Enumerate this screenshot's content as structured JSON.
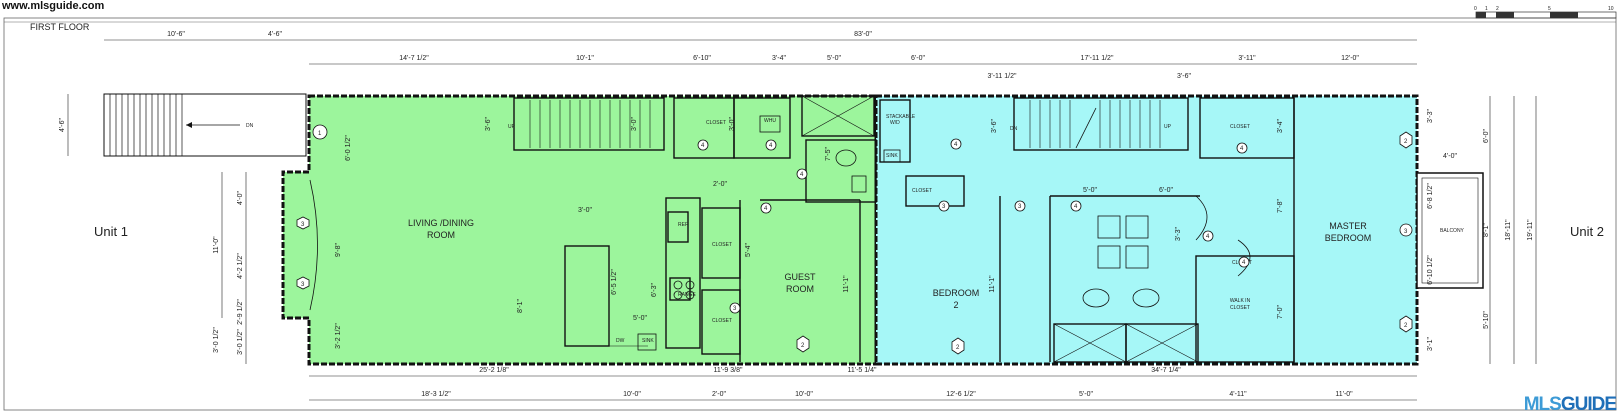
{
  "watermark": "www.mlsguide.com",
  "brand": {
    "part1": "MLS",
    "part2": "GUIDE"
  },
  "title": "FIRST FLOOR",
  "colors": {
    "unit1_fill": "#9cf59c",
    "unit2_fill": "#a6f7f7",
    "wall": "#111111",
    "brand": "#1f6fb8"
  },
  "units": {
    "left": "Unit 1",
    "right": "Unit 2"
  },
  "rooms": {
    "living_line1": "LIVING /DINING",
    "living_line2": "ROOM",
    "guest_line1": "GUEST",
    "guest_line2": "ROOM",
    "bedroom2_line1": "BEDROOM",
    "bedroom2_line2": "2",
    "master_line1": "MASTER",
    "master_line2": "BEDROOM",
    "balcony": "BALCONY",
    "walkin_line1": "WALK IN",
    "walkin_line2": "CLOSET",
    "closet": "CLOSET",
    "stackable_line1": "STACKABLE",
    "stackable_line2": "W/D",
    "ref": "REF",
    "range": "RANGE",
    "sink": "SINK",
    "whu": "WHU",
    "dw": "DW",
    "up": "UP",
    "dn": "DN"
  },
  "dims": {
    "top_overall": "83'-0\"",
    "top_stair_a": "10'-6\"",
    "top_stair_b": "4'-6\"",
    "top": [
      "14'-7 1/2\"",
      "10'-1\"",
      "6'-10\"",
      "3'-4\"",
      "5'-0\"",
      "6'-0\"",
      "17'-11 1/2\"",
      "3'-11\"",
      "12'-0\""
    ],
    "top_inner_a": "3'-11 1/2\"",
    "top_inner_b": "3'-6\"",
    "bottom_total": [
      "25'-2 1/8\"",
      "11'-9 3/8\"",
      "11'-5 1/4\"",
      "34'-7 1/4\""
    ],
    "bottom": [
      "18'-3 1/2\"",
      "10'-0\"",
      "2'-0\"",
      "10'-0\"",
      "12'-6 1/2\"",
      "5'-0\"",
      "4'-11\"",
      "11'-0\""
    ],
    "left": [
      "4'-6\"",
      "11'-0\"",
      "4'-0\"",
      "4'-2 1/2\"",
      "2'-9 1/2\"",
      "3'-0 1/2\"",
      "3'-0 1/2\""
    ],
    "right": [
      "3'-3\"",
      "6'-0\"",
      "4'-0\"",
      "6'-8 1/2\"",
      "8'-1\"",
      "6'-10 1/2\"",
      "5'-10\"",
      "3'-1\"",
      "18'-11\"",
      "19'-11\""
    ],
    "interior": [
      "6'-0 1/2\"",
      "9'-8\"",
      "3'-2 1/2\"",
      "3'-6\"",
      "3'-0\"",
      "2'-0\"",
      "6'-5 1/2\"",
      "5'-0\"",
      "8'-1\"",
      "6'-3\"",
      "5'-4\"",
      "11'-1\"",
      "3'-0\"",
      "3'-0\"",
      "5'-0\"",
      "6'-0\"",
      "11'-1\"",
      "3'-6\"",
      "3'-4\"",
      "7'-8\"",
      "7'-0\"",
      "7'-5\"",
      "3'-3\""
    ]
  },
  "tags": [
    "1",
    "2",
    "3",
    "4"
  ],
  "scale": [
    "0",
    "1",
    "2",
    "5",
    "10"
  ]
}
